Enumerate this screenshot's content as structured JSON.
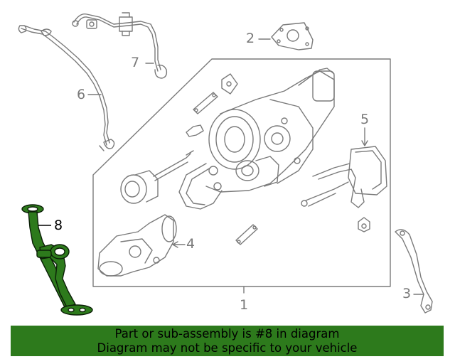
{
  "callouts": {
    "c1": "1",
    "c2": "2",
    "c3": "3",
    "c4": "4",
    "c5": "5",
    "c6": "6",
    "c7": "7",
    "c8": "8"
  },
  "highlighted_part": "8",
  "colors": {
    "line": "#7a7a7a",
    "highlight_fill": "#2d7a1c",
    "highlight_stroke": "#0b1f07",
    "banner": "#2d7a1c"
  },
  "banner": {
    "line1": "Part or sub-assembly is #8 in diagram",
    "line2": "Diagram may not be specific to your vehicle"
  }
}
